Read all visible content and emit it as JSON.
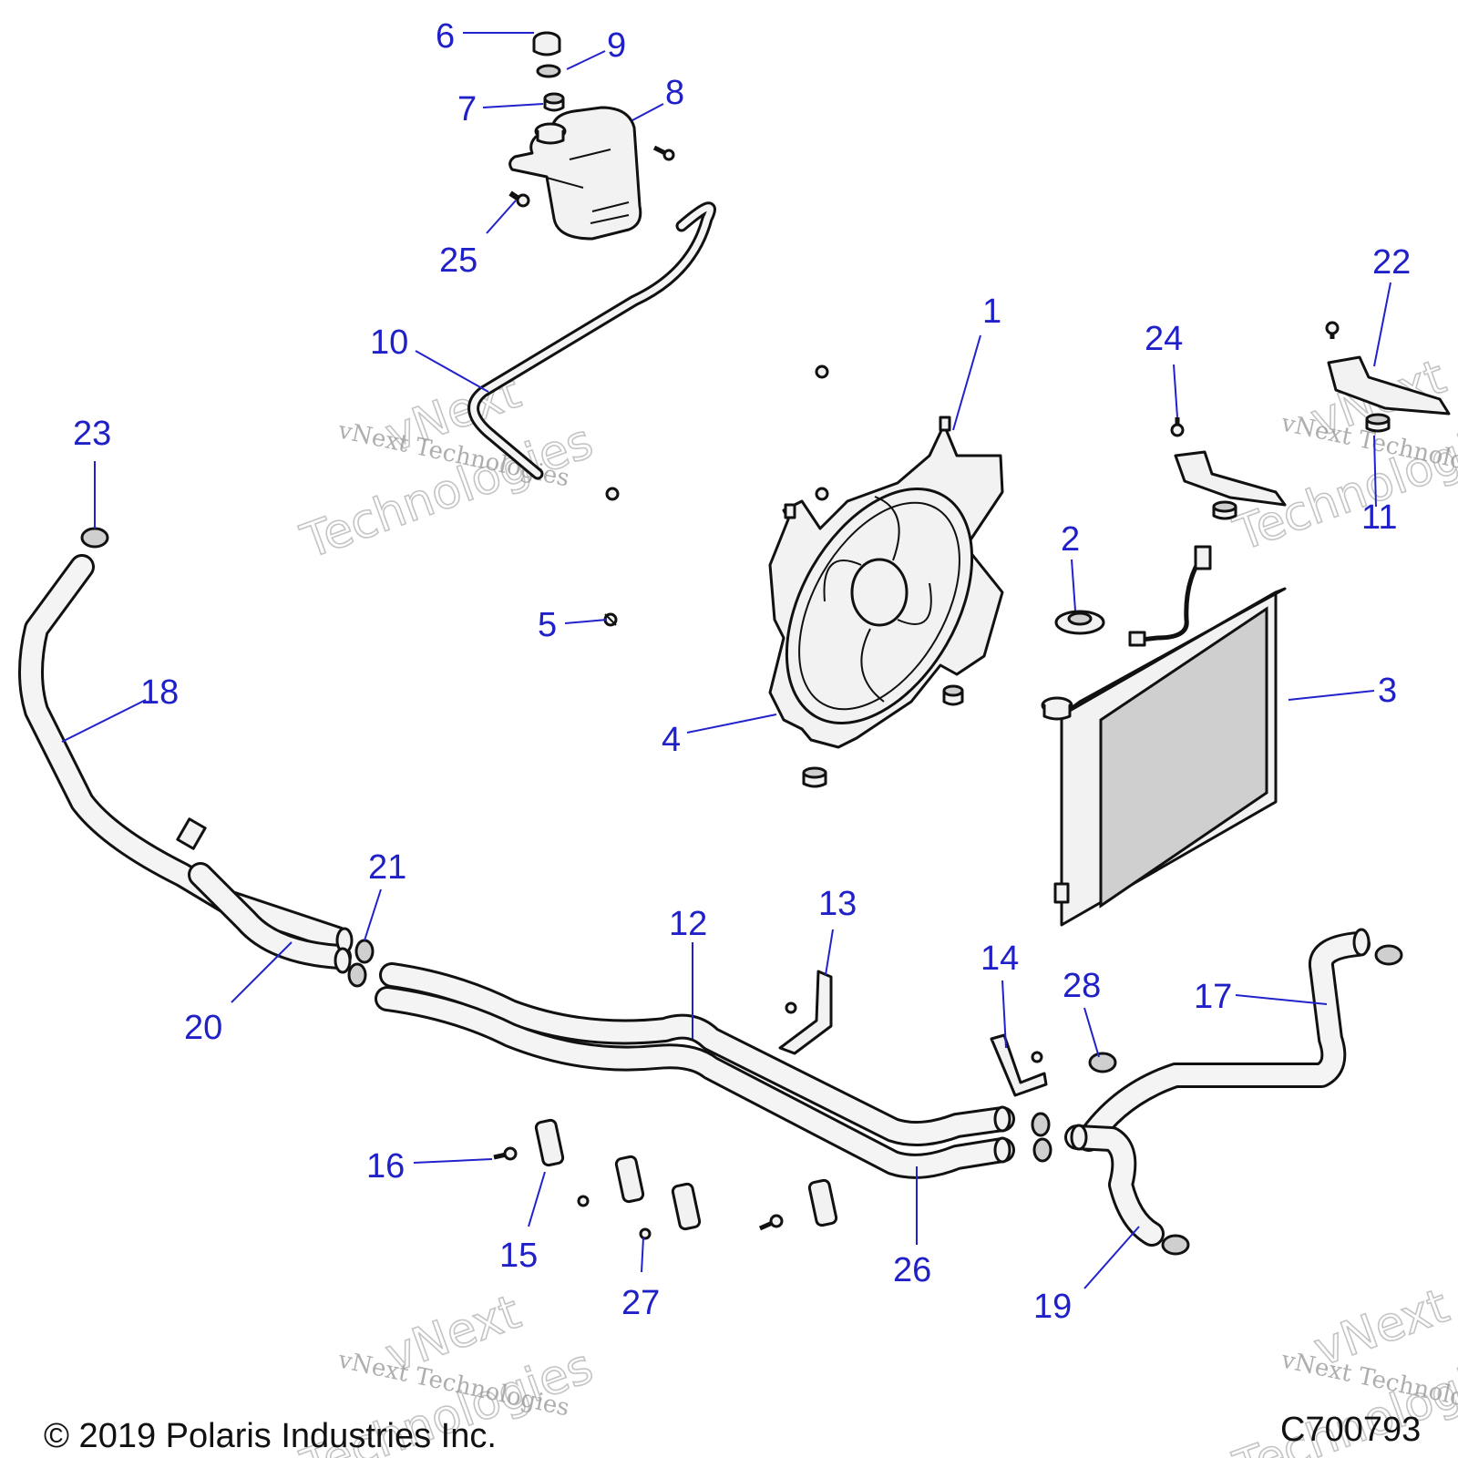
{
  "footer": {
    "copyright": "© 2019 Polaris Industries Inc.",
    "drawing_number": "C700793"
  },
  "watermark": {
    "line1": "vNext",
    "line2": "Technologies",
    "caption": "vNext Technologies"
  },
  "callouts": [
    "1",
    "2",
    "3",
    "4",
    "5",
    "6",
    "7",
    "8",
    "9",
    "10",
    "11",
    "12",
    "13",
    "14",
    "15",
    "16",
    "17",
    "18",
    "19",
    "20",
    "21",
    "22",
    "23",
    "24",
    "25",
    "26",
    "27",
    "28"
  ],
  "colors": {
    "callout": "#2020c8",
    "line_art": "#111111",
    "watermark": "#9a9a9a"
  }
}
